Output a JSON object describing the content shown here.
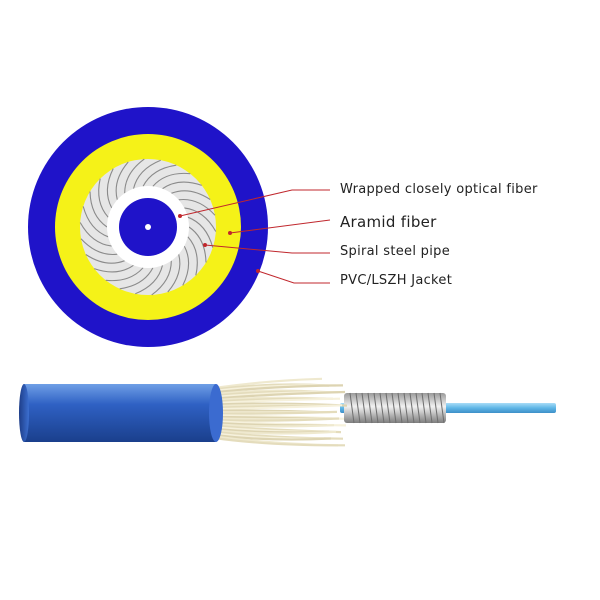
{
  "labels": {
    "optical_fiber": "Wrapped closely optical fiber",
    "aramid": "Aramid fiber",
    "steel_pipe": "Spiral steel pipe",
    "jacket": "PVC/LSZH Jacket"
  },
  "colors": {
    "jacket": "#1f13c9",
    "aramid_ring": "#f5f218",
    "steel_pipe": "#e6e6e6",
    "inner_core": "#1f13c9",
    "leader_line": "#c0272d",
    "cable_blue": "#2f61c4",
    "fiber_blue": "#5fb6e6",
    "aramid_strands": "#e9e2c5",
    "steel": "#bdbdbd"
  }
}
